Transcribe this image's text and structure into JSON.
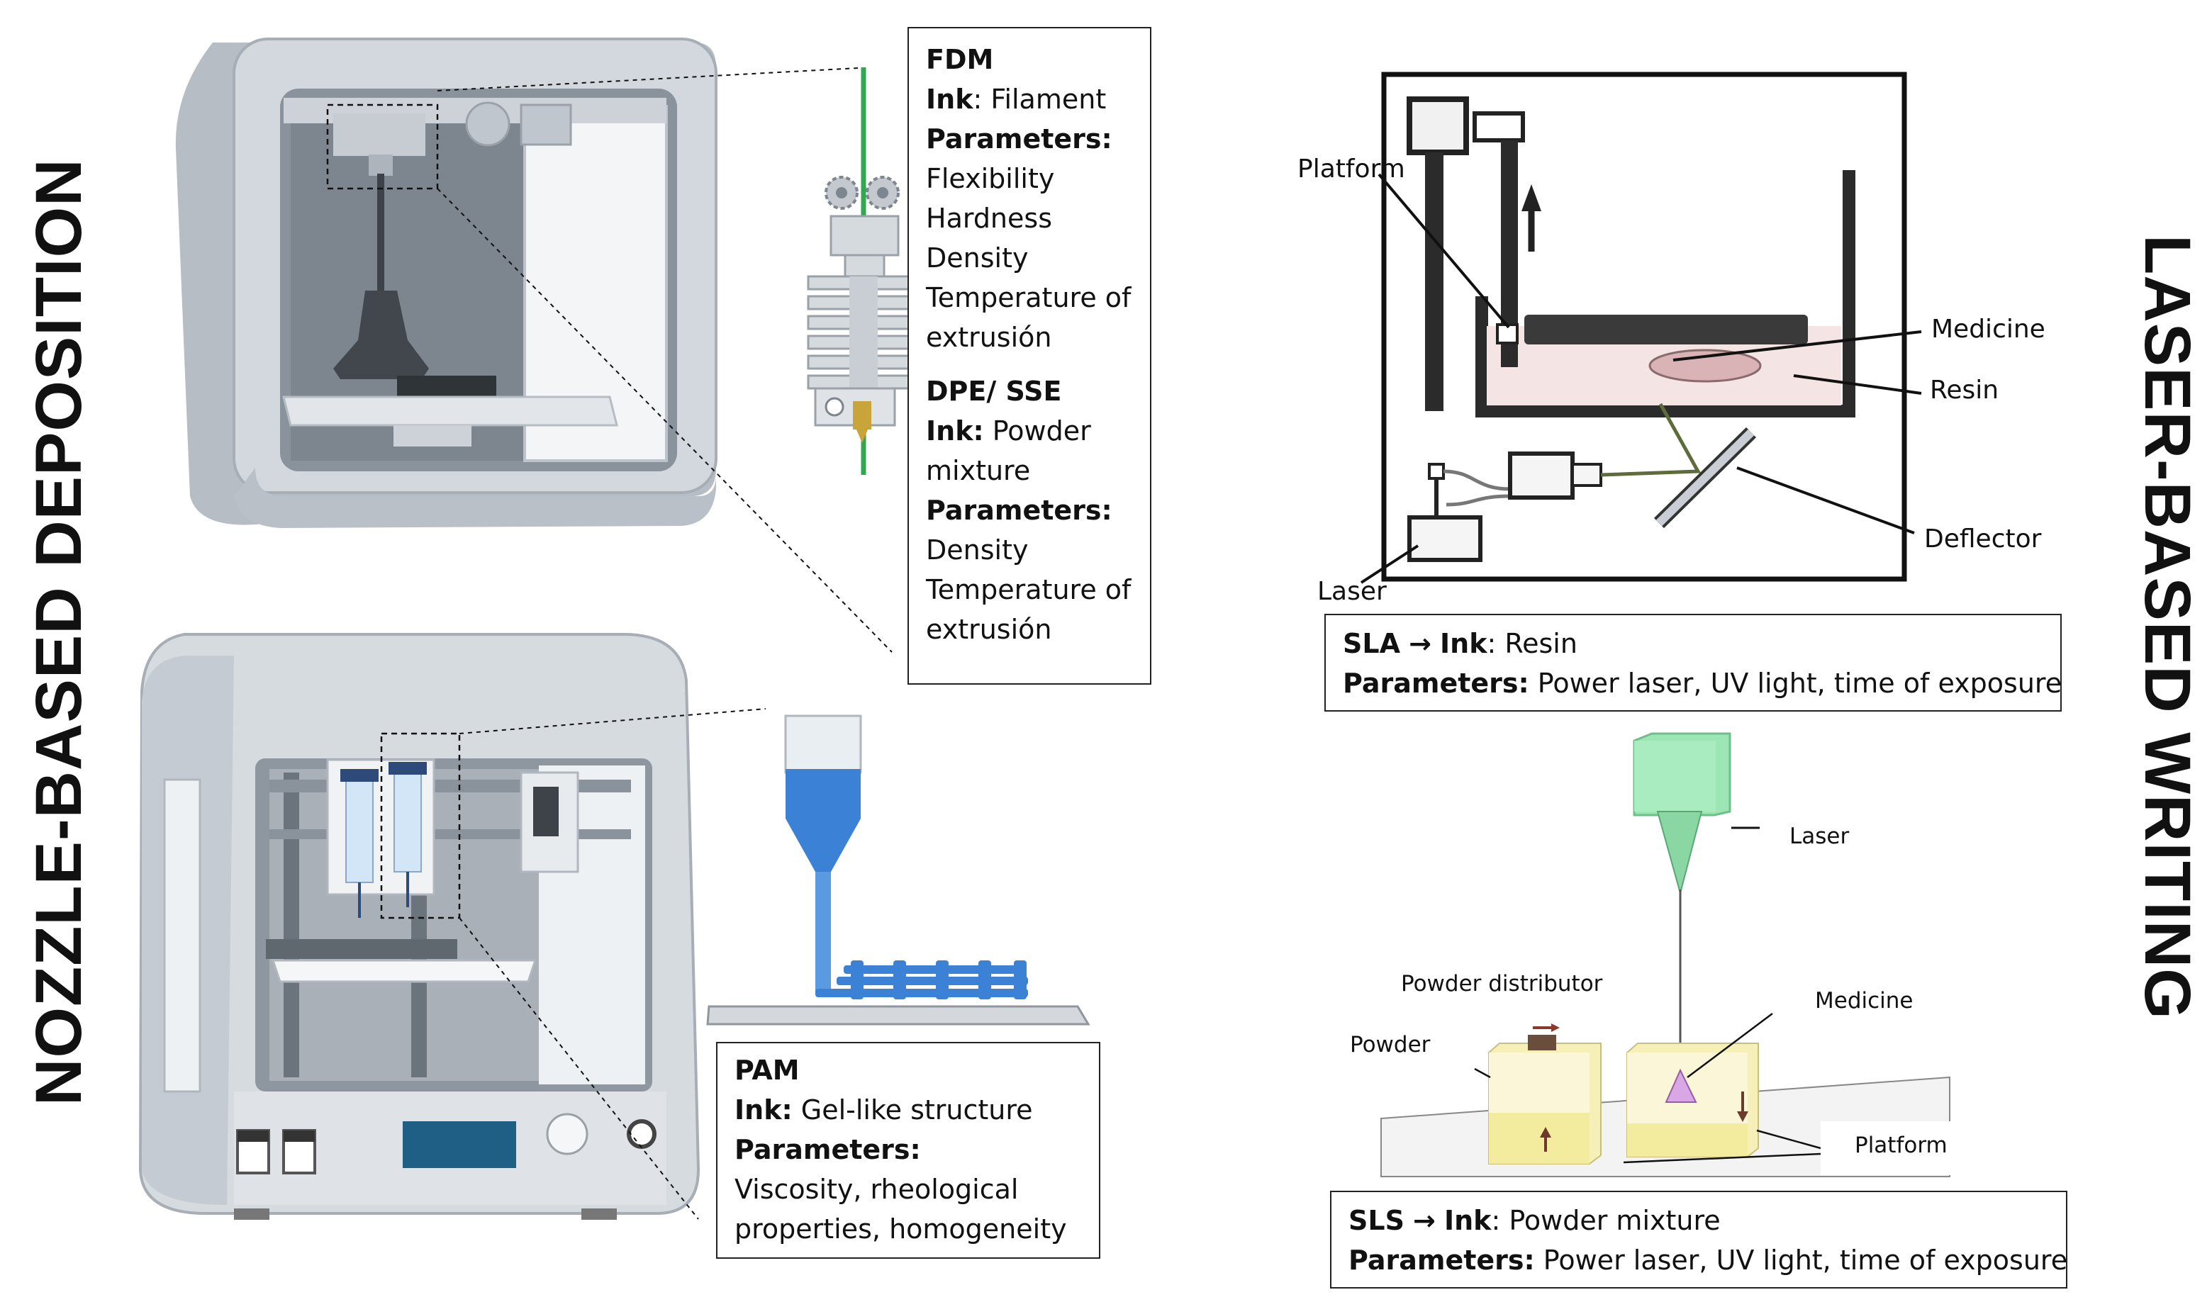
{
  "side_titles": {
    "left": "NOZZLE-BASED DEPOSITION",
    "right": "LASER-BASED WRITING"
  },
  "fdm_box": {
    "title": "FDM",
    "ink_label": "Ink",
    "ink_value": ": Filament",
    "params_label": "Parameters:",
    "params": [
      "Flexibility",
      "Hardness",
      "Density",
      "Temperature of",
      "extrusión"
    ],
    "dpe_title": "DPE/ SSE",
    "dpe_ink_label": "Ink:",
    "dpe_ink_value": " Powder",
    "dpe_ink_value2": "mixture",
    "dpe_params_label": "Parameters:",
    "dpe_params": [
      "Density",
      "Temperature of",
      "extrusión"
    ]
  },
  "pam_box": {
    "title": "PAM",
    "ink_label": "Ink:",
    "ink_value": " Gel-like structure",
    "params_label": "Parameters:",
    "params": [
      "Viscosity, rheological",
      "properties, homogeneity"
    ]
  },
  "sla": {
    "labels": {
      "platform": "Platform",
      "medicine": "Medicine",
      "resin": "Resin",
      "deflector": "Deflector",
      "laser": "Laser"
    },
    "box": {
      "title": "SLA",
      "arrow": "→",
      "ink_label": "Ink",
      "ink_value": ": Resin",
      "params_label": "Parameters:",
      "params_value": " Power laser, UV light, time of exposure"
    }
  },
  "sls": {
    "labels": {
      "laser": "Laser",
      "powder_distributor": "Powder  distributor",
      "powder": "Powder",
      "medicine": "Medicine",
      "platform": "Platform"
    },
    "box": {
      "title": "SLS",
      "arrow": "→",
      "ink_label": "Ink",
      "ink_value": ": Powder mixture",
      "params_label": "Parameters:",
      "params_value": " Power laser, UV light, time of exposure"
    }
  },
  "colors": {
    "printer_body": "#c9cfd6",
    "printer_dark": "#6b737c",
    "filament_green": "#2fa84f",
    "pam_blue": "#3b82d6",
    "sls_laser_green": "#9be6b4",
    "sls_powder_yellow": "#f6f0b8",
    "sls_medicine_pink": "#d9a6e6",
    "sla_resin": "#f4e4e4"
  }
}
